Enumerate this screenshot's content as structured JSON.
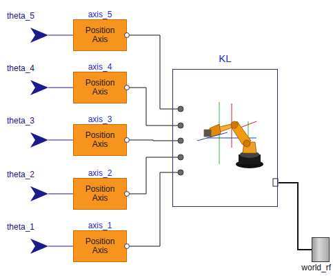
{
  "diagram": {
    "nodes": [
      {
        "text": [
          "KL"
        ]
      },
      {
        "text": [
          "theta_5"
        ]
      },
      {
        "text": [
          "axis_5",
          "Position Axis"
        ]
      },
      {
        "text": [
          "theta_4"
        ]
      },
      {
        "text": [
          "axis_4",
          "Position Axis"
        ]
      },
      {
        "text": [
          "theta_3"
        ]
      },
      {
        "text": [
          "axis_3",
          "Position Axis"
        ]
      },
      {
        "text": [
          "theta_2"
        ]
      },
      {
        "text": [
          "axis_2",
          "Position Axis"
        ]
      },
      {
        "text": [
          "theta_1"
        ]
      },
      {
        "text": [
          "axis_1",
          "Position Axis"
        ]
      },
      {
        "text": [
          "world_rf"
        ]
      }
    ],
    "edges": [
      {
        "from": 1,
        "to": 2,
        "arrow": "none"
      },
      {
        "from": 2,
        "to": 0,
        "arrow": "none"
      },
      {
        "from": 3,
        "to": 4,
        "arrow": "none"
      },
      {
        "from": 4,
        "to": 0,
        "arrow": "none"
      },
      {
        "from": 5,
        "to": 6,
        "arrow": "none"
      },
      {
        "from": 6,
        "to": 0,
        "arrow": "none"
      },
      {
        "from": 7,
        "to": 8,
        "arrow": "none"
      },
      {
        "from": 8,
        "to": 0,
        "arrow": "none"
      },
      {
        "from": 9,
        "to": 10,
        "arrow": "none"
      },
      {
        "from": 10,
        "to": 0,
        "arrow": "none"
      },
      {
        "from": 0,
        "to": 11,
        "arrow": "none"
      }
    ]
  }
}
